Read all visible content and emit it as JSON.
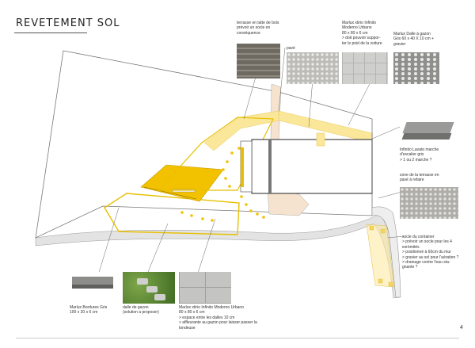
{
  "title": "REVETEMENT SOL",
  "page_number": "4",
  "labels": {
    "terrasse_latte": "terrasse en latte de bois\nprévoir un socle en\nconséquence",
    "pave": "pavé",
    "marlux_xtirio_top": "Marlux xtirio Infinito\nModerno Urbano\n80 x 80 x 6 cm\n> doit pouvoir suppor-\nter le poid de la voiture",
    "marlux_dalle": "Marlux Dalle à gazon\nGris 60 x 40 X 10 cm +\ngravier",
    "infinito_lavato": "Infinito Lavato marche\nd'escalier gris\n> 1 ou 2 marche ?",
    "zone_terrasse": "zone de la terrasse en\npavé à refaire",
    "socle_container": "socle du container\n> prévoir un socle pour les 4\nexrémités\n> positionné à 60cm du mur\n> gravier au sol pour l'aération ?\n> drainage contre l'eau sta-\ngnante ?",
    "marlux_bordures": "Marlux Bordures Gris\n100 x 20 x 6 cm",
    "dalle_gazon": "dalle de gazon\n(solution a proposer)",
    "marlux_xtirio_bottom": "Marlux xtirio Infinito Moderno Urbano\n80 x 80 x 6 cm\n> espace entre les dalles 10 cm\n> affleurante au gazon pour laisser passer la\ntondeuse"
  },
  "colors": {
    "accent_yellow": "#f2c200",
    "light_yellow": "#fbe79a",
    "paving_beige": "#f5e3cf",
    "outline": "#555555"
  },
  "icons": {
    "wood": "wood-decking-swatch",
    "pave": "cobblestone-swatch",
    "tile": "concrete-tile-swatch",
    "grass_grid": "grass-grid-swatch",
    "step": "stone-step-swatch",
    "curb": "curb-stone-swatch",
    "lawn": "lawn-swatch"
  }
}
